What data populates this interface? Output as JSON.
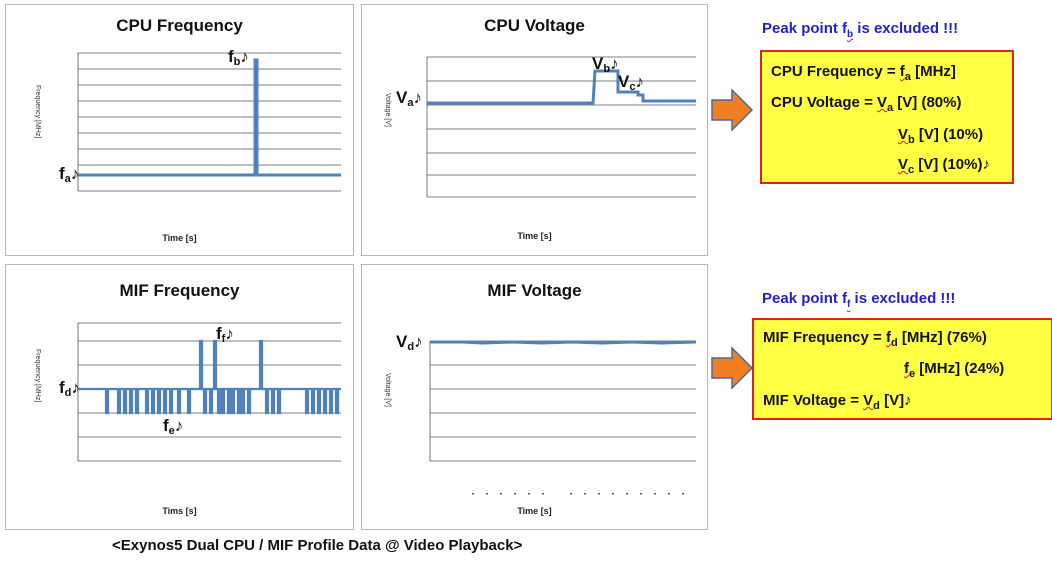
{
  "charts": {
    "cpu_freq": {
      "title": "CPU Frequency",
      "xlabel": "Time [s]",
      "ylabel": "Frequency [MHz]",
      "labels": {
        "fa": "f",
        "fa_sub": "a",
        "fb": "f",
        "fb_sub": "b"
      }
    },
    "cpu_volt": {
      "title": "CPU Voltage",
      "xlabel": "Time [s]",
      "ylabel": "Voltage [V]",
      "labels": {
        "va": "V",
        "va_sub": "a",
        "vb": "V",
        "vb_sub": "b",
        "vc": "V",
        "vc_sub": "c"
      }
    },
    "mif_freq": {
      "title": "MIF Frequency",
      "xlabel": "Tims [s]",
      "ylabel": "Frequency [MHz]",
      "labels": {
        "fd": "f",
        "fd_sub": "d",
        "fe": "f",
        "fe_sub": "e",
        "ff": "f",
        "ff_sub": "f"
      }
    },
    "mif_volt": {
      "title": "MIF Voltage",
      "xlabel": "Time [s]",
      "ylabel": "Voltage [V]",
      "labels": {
        "vd": "V",
        "vd_sub": "d"
      }
    }
  },
  "cpu_box": {
    "peak_prefix": "Peak point f",
    "peak_sub": "b",
    "peak_suffix": " is excluded !!!",
    "l1_pre": "CPU Frequency = ",
    "l1_sym": "f",
    "l1_sub": "a",
    "l1_post": " [MHz]",
    "l2_pre": "CPU Voltage = ",
    "l2_sym": "V",
    "l2_sub": "a",
    "l2_post": " [V] (80%)",
    "l3_sym": "V",
    "l3_sub": "b",
    "l3_post": " [V] (10%)",
    "l4_sym": "V",
    "l4_sub": "c",
    "l4_post": " [V] (10%)"
  },
  "mif_box": {
    "peak_prefix": "Peak point f",
    "peak_sub": "f",
    "peak_suffix": " is excluded !!!",
    "l1_pre": "MIF Frequency = ",
    "l1_sym": "f",
    "l1_sub": "d",
    "l1_post": " [MHz] (76%)",
    "l2_sym": "f",
    "l2_sub": "e",
    "l2_post": " [MHz] (24%)",
    "l3_pre": "MIF Voltage = ",
    "l3_sym": "V",
    "l3_sub": "d",
    "l3_post": " [V]"
  },
  "caption": "<Exynos5 Dual CPU / MIF Profile Data @ Video Playback>",
  "colors": {
    "line": "#4f81bd",
    "arrow": "#f07f23",
    "box_fill": "#ffff44",
    "box_border": "#dd2222",
    "peak_text": "#2222cc"
  },
  "chart_data": [
    {
      "type": "line",
      "title": "CPU Frequency",
      "xlabel": "Time [s]",
      "ylabel": "Frequency",
      "series": [
        {
          "name": "",
          "x": [
            0,
            0.68,
            0.68,
            0.69,
            0.69,
            1.0
          ],
          "y": [
            0.1,
            0.1,
            1.0,
            1.0,
            0.1,
            0.1
          ]
        }
      ],
      "points": {
        "fa": 0.1,
        "fb": 1.0
      },
      "grid": true
    },
    {
      "type": "line",
      "title": "CPU Voltage",
      "xlabel": "Time [s]",
      "ylabel": "Voltage",
      "series": [
        {
          "name": "",
          "x": [
            0,
            0.62,
            0.62,
            0.7,
            0.7,
            0.78,
            0.78,
            0.8,
            0.8,
            1.0
          ],
          "y": [
            0.55,
            0.55,
            0.78,
            0.78,
            0.65,
            0.65,
            0.62,
            0.62,
            0.56,
            0.56
          ]
        }
      ],
      "points": {
        "va": 0.55,
        "vb": 0.78,
        "vc": 0.65
      },
      "grid": true
    },
    {
      "type": "line",
      "title": "MIF Frequency",
      "xlabel": "Tims [s]",
      "ylabel": "Frequency",
      "series": [
        {
          "name": "",
          "levels": {
            "fd": 0.55,
            "fe": 0.3,
            "ff": 0.8
          }
        }
      ],
      "grid": true
    },
    {
      "type": "line",
      "title": "MIF Voltage",
      "xlabel": "Time [s]",
      "ylabel": "Voltage",
      "series": [
        {
          "name": "",
          "levels": {
            "vd": 0.85
          }
        }
      ],
      "grid": true
    }
  ]
}
